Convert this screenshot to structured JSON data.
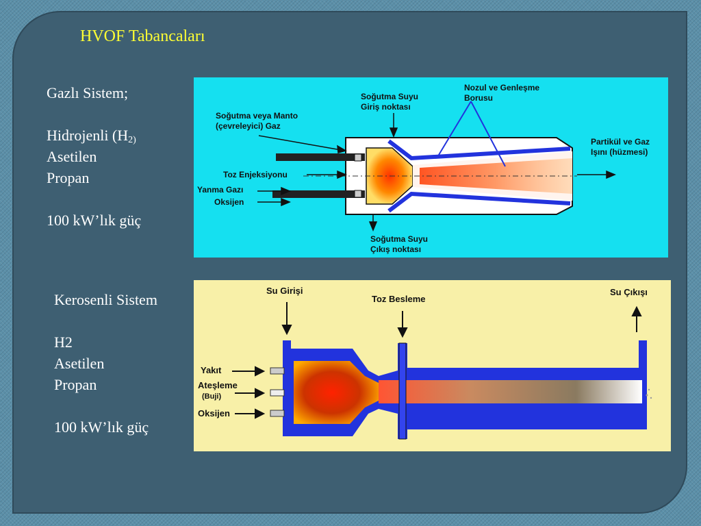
{
  "title": "HVOF Tabancaları",
  "gas_system": {
    "heading": "Gazlı Sistem;",
    "fuel_h_prefix": "Hidrojenli (H",
    "fuel_h_sub": "2)",
    "fuel_2": "Asetilen",
    "fuel_3": "Propan",
    "power": "100 kW’lık güç",
    "diagram": {
      "cooling_in_1": "Soğutma Suyu",
      "cooling_in_2": "Giriş noktası",
      "nozzle_1": "Nozul ve Genleşme",
      "nozzle_2": "Borusu",
      "mantle_1": "Soğutma veya Manto",
      "mantle_2": "(çevreleyici) Gaz",
      "particle_1": "Partikül ve Gaz",
      "particle_2": "Işını (hüzmesi)",
      "powder_injection": "Toz Enjeksiyonu",
      "combustion_gas": "Yanma Gazı",
      "oxygen": "Oksijen",
      "cooling_out_1": "Soğutma Suyu",
      "cooling_out_2": "Çıkış noktası"
    }
  },
  "kerosene_system": {
    "heading": "Kerosenli Sistem",
    "fuel_1": "H2",
    "fuel_2": "Asetilen",
    "fuel_3": "Propan",
    "power": "100 kW’lık güç",
    "diagram": {
      "water_in": "Su Girişi",
      "powder_feed": "Toz Besleme",
      "water_out": "Su Çıkışı",
      "fuel": "Yakıt",
      "ignition": "Ateşleme",
      "spark_plug": "(Buji)",
      "oxygen": "Oksijen"
    }
  },
  "colors": {
    "title": "#ffff33",
    "slide_bg": "#3e5f72",
    "diagram1_bg": "#15e0f0",
    "diagram2_bg": "#f8f0a8",
    "jacket_blue": "#2233dd"
  }
}
